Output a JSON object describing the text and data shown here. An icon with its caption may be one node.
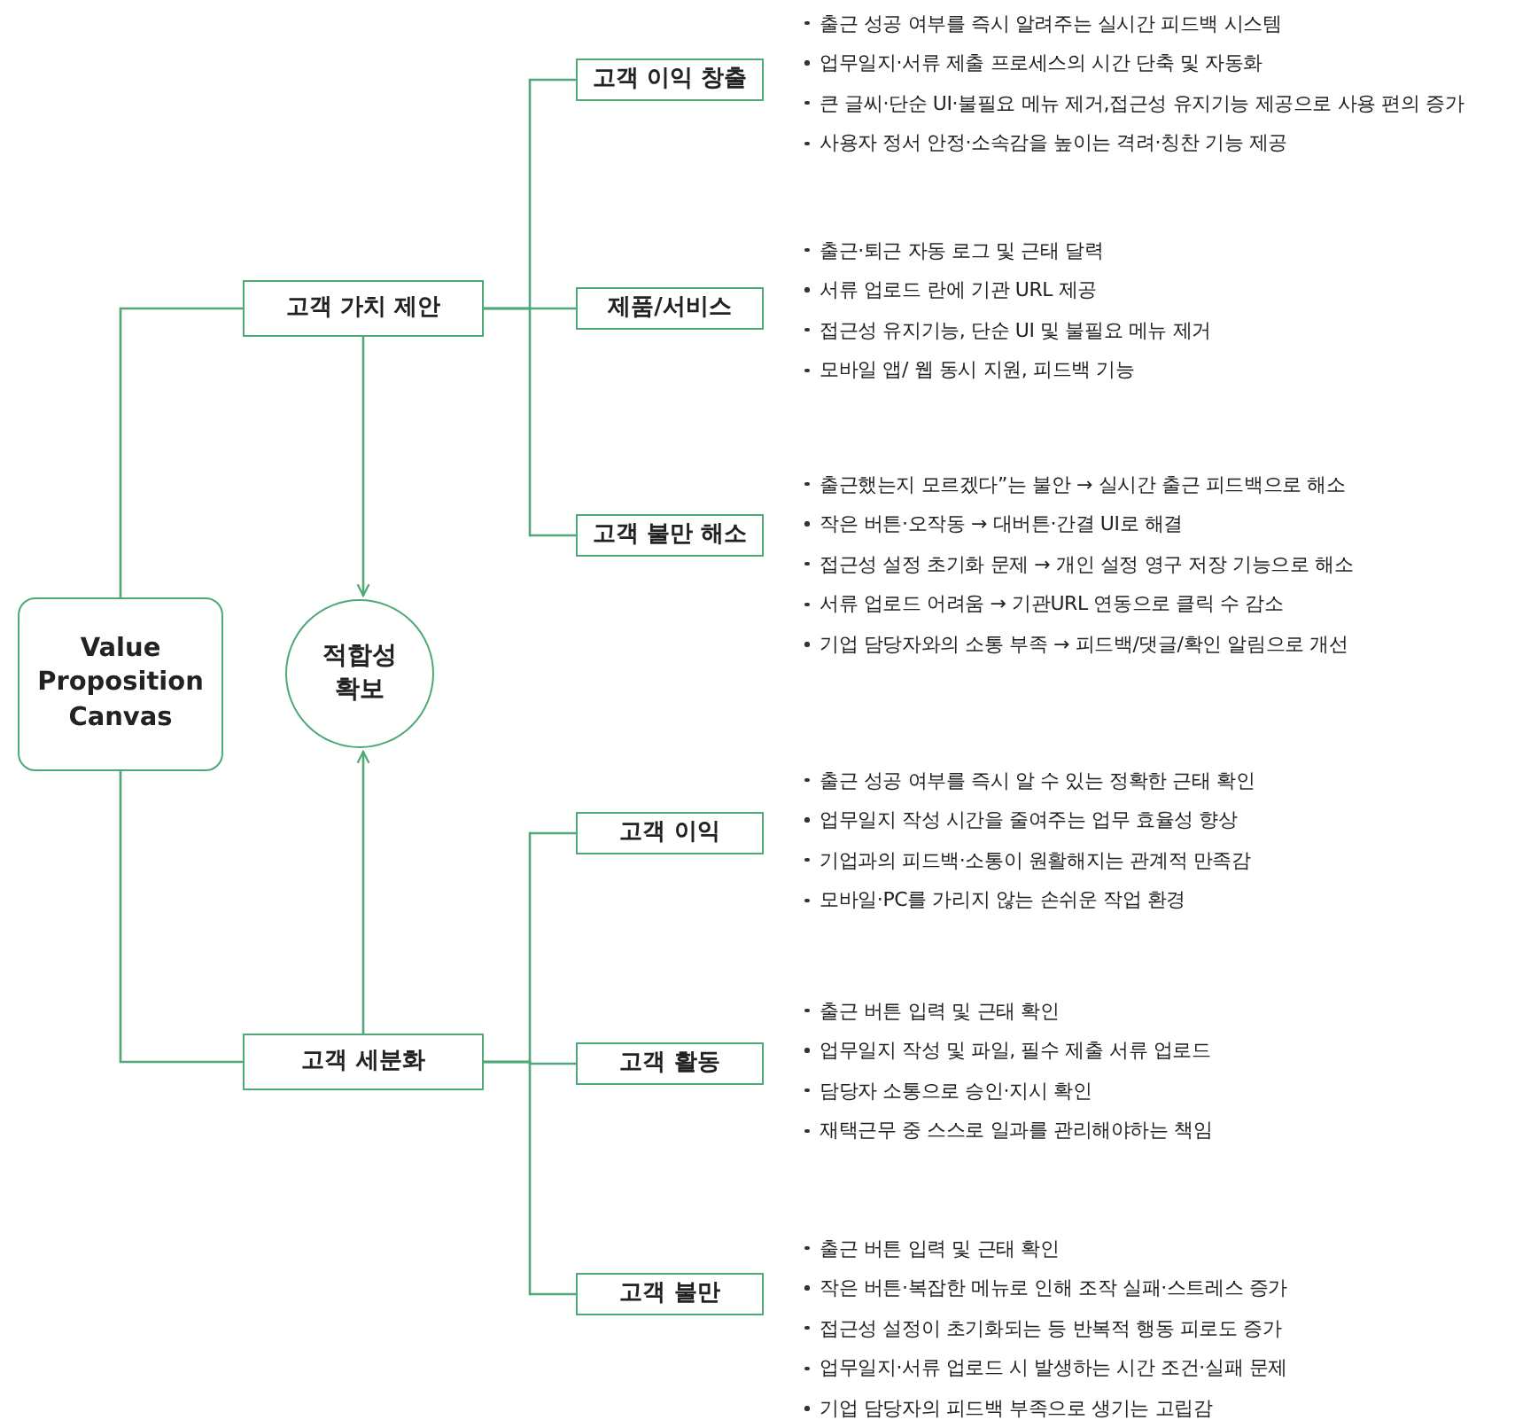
{
  "diagram": {
    "nodes": [
      {
        "text": [
          "Value Proposition Canvas"
        ]
      },
      {
        "text": [
          "고객 가치 제안"
        ]
      },
      {
        "text": [
          "고객 세분화"
        ]
      },
      {
        "text": [
          "적합성 확보"
        ]
      },
      {
        "text": [
          "고객 이익 창출"
        ],
        "beside": [
          "출근 성공 여부를 즉시 알려주는 실시간 피드백 시스템",
          "업무일지·서류 제출 프로세스의 시간 단축 및 자동화",
          "큰 글씨·단순 UI·불필요 메뉴 제거,접근성 유지기능 제공으로 사용 편의 증가",
          "사용자 정서 안정·소속감을 높이는 격려·칭찬 기능 제공"
        ]
      },
      {
        "text": [
          "제품/서비스"
        ],
        "beside": [
          "출근·퇴근 자동 로그 및 근태 달력",
          "서류 업로드 란에 기관 URL 제공",
          "접근성 유지기능, 단순 UI 및 불필요 메뉴 제거",
          "모바일 앱/  웹 동시 지원, 피드백 기능"
        ]
      },
      {
        "text": [
          "고객 불만 해소"
        ],
        "beside": [
          "출근했는지 모르겠다”는 불안 → 실시간 출근 피드백으로 해소",
          "작은 버튼·오작동 → 대버튼·간결 UI로 해결",
          "접근성 설정 초기화 문제 → 개인 설정 영구 저장 기능으로 해소",
          "서류 업로드 어려움 → 기관URL 연동으로 클릭 수 감소",
          "기업 담당자와의 소통 부족 → 피드백/댓글/확인 알림으로 개선"
        ]
      },
      {
        "text": [
          "고객 이익"
        ],
        "beside": [
          "출근 성공 여부를 즉시 알 수 있는 정확한 근태 확인",
          "업무일지 작성 시간을 줄여주는 업무 효율성 향상",
          "기업과의 피드백·소통이 원활해지는 관계적 만족감",
          "모바일·PC를 가리지 않는 손쉬운 작업 환경"
        ]
      },
      {
        "text": [
          "고객 활동"
        ],
        "beside": [
          "출근 버튼 입력 및 근태 확인",
          "업무일지 작성 및 파일, 필수 제출 서류 업로드",
          "담당자 소통으로 승인·지시 확인",
          "재택근무 중 스스로 일과를 관리해야하는 책임"
        ]
      },
      {
        "text": [
          "고객 불만"
        ],
        "beside": [
          "출근 버튼 입력 및 근태 확인",
          "작은 버튼·복잡한 메뉴로 인해 조작 실패·스트레스 증가",
          "접근성 설정이 초기화되는 등 반복적 행동 피로도 증가",
          "업무일지·서류 업로드 시 발생하는 시간 조건·실패 문제",
          "기업 담당자의 피드백 부족으로 생기는 고립감"
        ]
      }
    ],
    "edges": [
      {
        "from": 0,
        "to": 1,
        "arrow": "none"
      },
      {
        "from": 0,
        "to": 2,
        "arrow": "none"
      },
      {
        "from": 1,
        "to": 4,
        "arrow": "none"
      },
      {
        "from": 1,
        "to": 5,
        "arrow": "none"
      },
      {
        "from": 1,
        "to": 6,
        "arrow": "none"
      },
      {
        "from": 2,
        "to": 7,
        "arrow": "none"
      },
      {
        "from": 2,
        "to": 8,
        "arrow": "none"
      },
      {
        "from": 2,
        "to": 9,
        "arrow": "none"
      },
      {
        "from": 1,
        "to": 3,
        "arrow": "to"
      },
      {
        "from": 2,
        "to": 3,
        "arrow": "to"
      }
    ]
  }
}
